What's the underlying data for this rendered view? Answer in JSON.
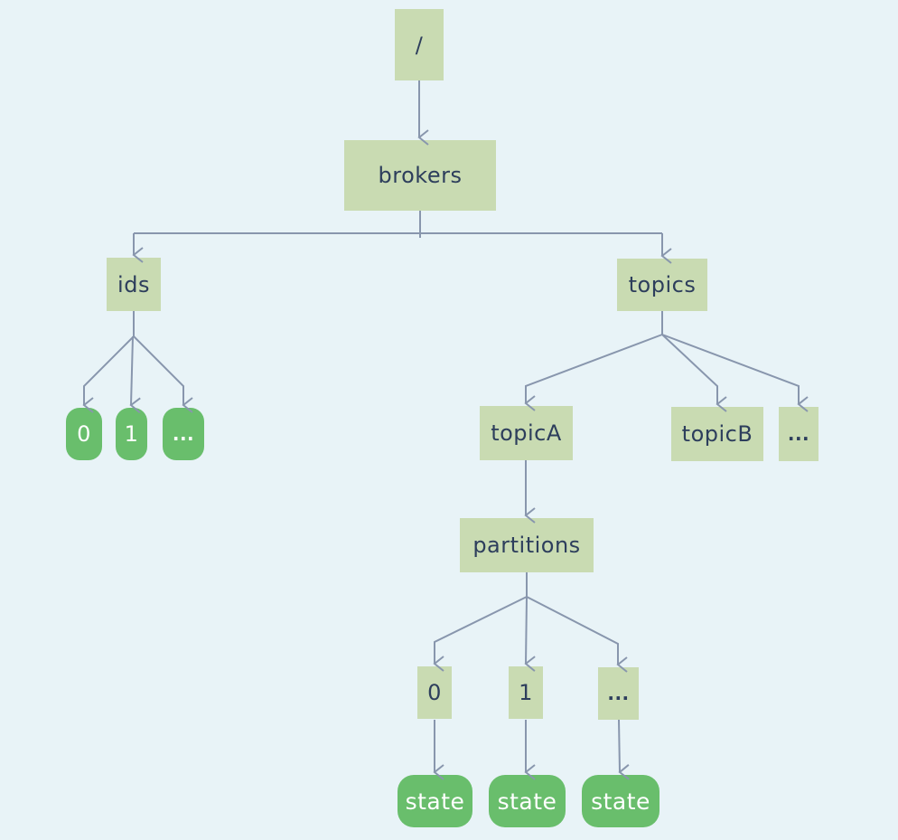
{
  "diagram": {
    "description": "znode tree hierarchy",
    "colors": {
      "background": "#e8f3f7",
      "node_fill": "#c9dbb2",
      "leaf_fill": "#69be6c",
      "node_text": "#2d3e5c",
      "leaf_text": "#ffffff",
      "arrow": "#8896ad"
    },
    "nodes": {
      "root": {
        "label": "/"
      },
      "brokers": {
        "label": "brokers"
      },
      "ids": {
        "label": "ids"
      },
      "topics": {
        "label": "topics"
      },
      "id0": {
        "label": "0"
      },
      "id1": {
        "label": "1"
      },
      "idEtc": {
        "label": "..."
      },
      "topicA": {
        "label": "topicA"
      },
      "topicB": {
        "label": "topicB"
      },
      "topicEtc": {
        "label": "..."
      },
      "partitions": {
        "label": "partitions"
      },
      "part0": {
        "label": "0"
      },
      "part1": {
        "label": "1"
      },
      "partEtc": {
        "label": "..."
      },
      "state0": {
        "label": "state"
      },
      "state1": {
        "label": "state"
      },
      "state2": {
        "label": "state"
      }
    },
    "edges": [
      {
        "from": "root",
        "to": "brokers"
      },
      {
        "from": "brokers",
        "to": "ids"
      },
      {
        "from": "brokers",
        "to": "topics"
      },
      {
        "from": "ids",
        "to": "id0"
      },
      {
        "from": "ids",
        "to": "id1"
      },
      {
        "from": "ids",
        "to": "idEtc"
      },
      {
        "from": "topics",
        "to": "topicA"
      },
      {
        "from": "topics",
        "to": "topicB"
      },
      {
        "from": "topics",
        "to": "topicEtc"
      },
      {
        "from": "topicA",
        "to": "partitions"
      },
      {
        "from": "partitions",
        "to": "part0"
      },
      {
        "from": "partitions",
        "to": "part1"
      },
      {
        "from": "partitions",
        "to": "partEtc"
      },
      {
        "from": "part0",
        "to": "state0"
      },
      {
        "from": "part1",
        "to": "state1"
      },
      {
        "from": "partEtc",
        "to": "state2"
      }
    ]
  }
}
